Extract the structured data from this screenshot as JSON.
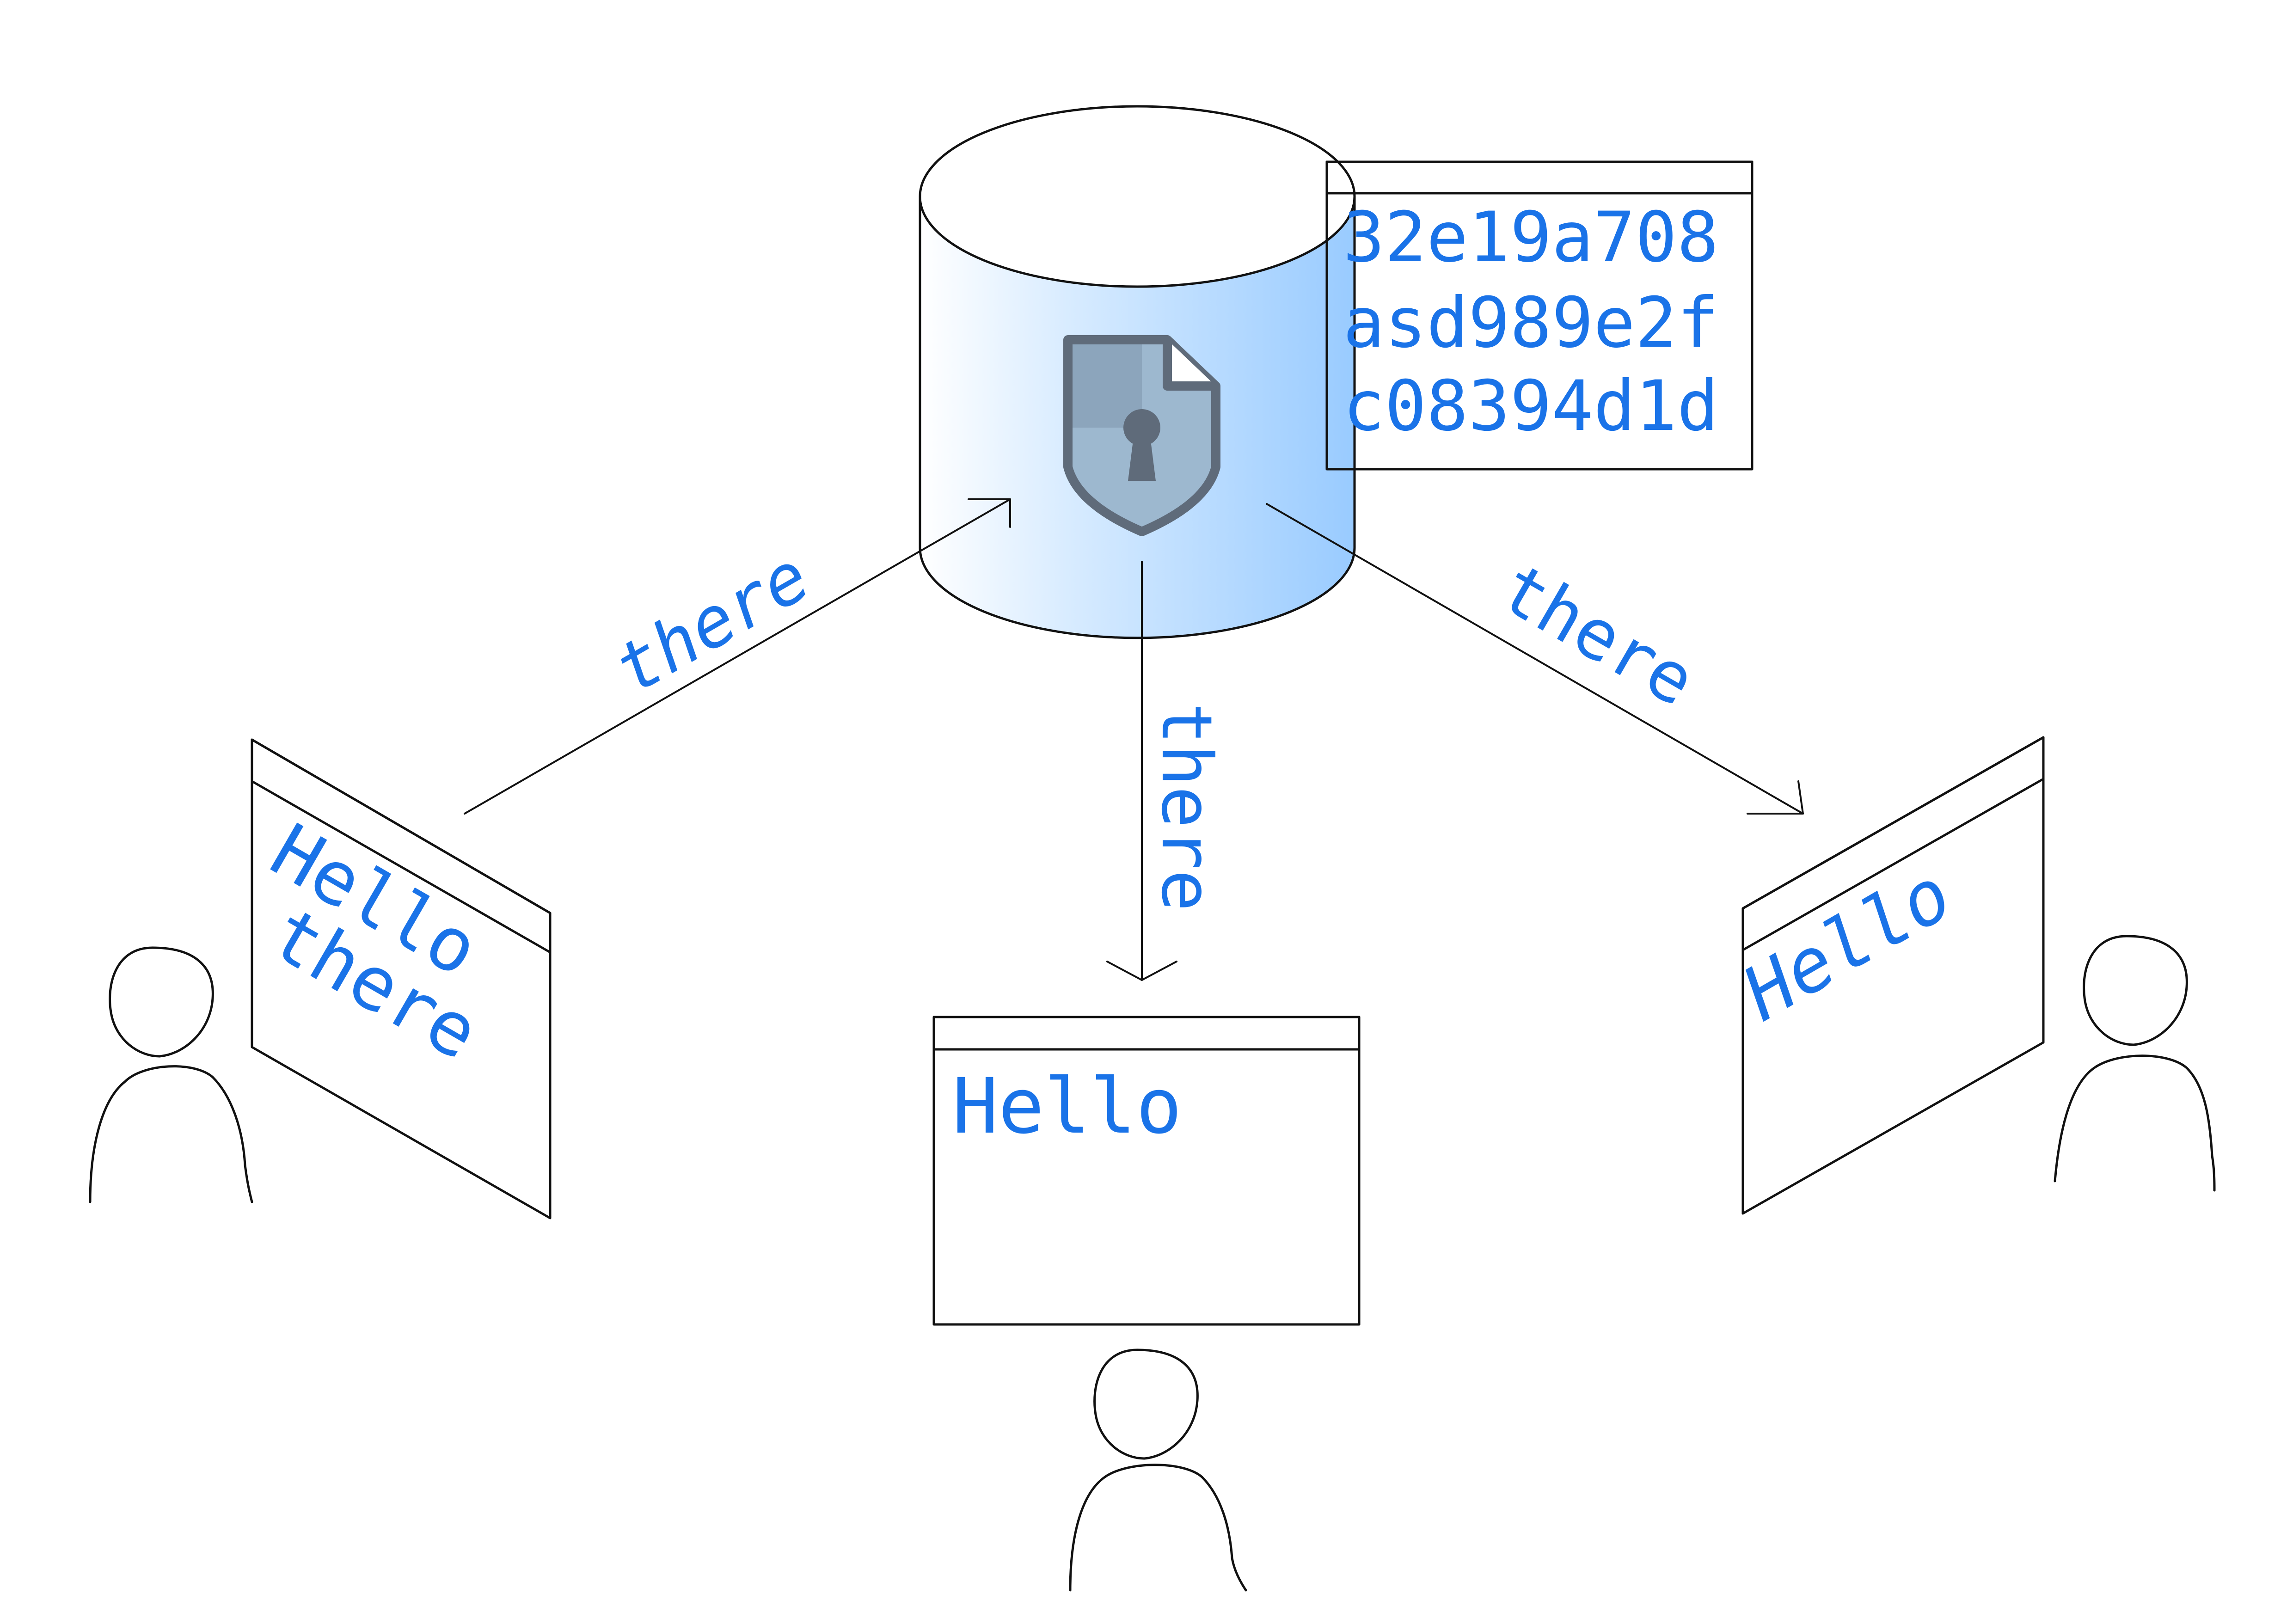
{
  "colors": {
    "accent_text": "#1a73e8",
    "titlebar": "#99cbff",
    "cylinder_fill": "#99cbff",
    "icon": "#5f6b7a",
    "ink": "#111111"
  },
  "icons": {
    "database": "database-cylinder-icon",
    "shield": "shield-lock-document-icon",
    "user": "user-person-icon"
  },
  "hash_panel": {
    "lines": [
      "32e19a708",
      "asd989e2f",
      "c08394d1d"
    ]
  },
  "arrows": {
    "left_label": "there",
    "center_label": "there",
    "right_label": "there"
  },
  "windows": {
    "left": {
      "line1": "Hello",
      "line2": "there"
    },
    "center": {
      "line1": "Hello"
    },
    "right": {
      "line1": "Hello"
    }
  }
}
